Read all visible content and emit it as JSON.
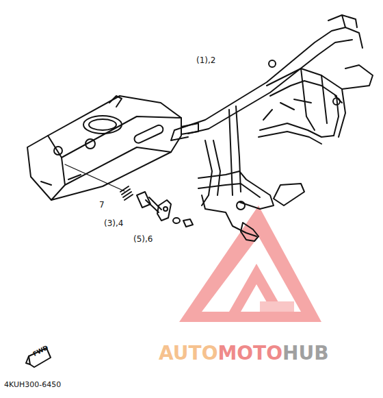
{
  "diagram": {
    "labels": [
      "(1),2",
      "7",
      "(3),4",
      "(5),6",
      "FWD",
      "4KUH300-6450",
      "AUTO",
      "MOTO",
      "HUB"
    ]
  }
}
